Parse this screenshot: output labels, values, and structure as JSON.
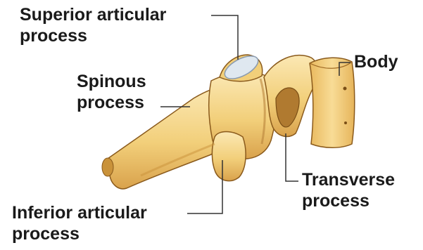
{
  "labels": {
    "superior_articular": {
      "line1": "Superior articular",
      "line2": "process"
    },
    "spinous": {
      "line1": "Spinous",
      "line2": "process"
    },
    "body": {
      "line1": "Body"
    },
    "transverse": {
      "line1": "Transverse",
      "line2": "process"
    },
    "inferior_articular": {
      "line1": "Inferior articular",
      "line2": "process"
    }
  },
  "colors": {
    "bone_fill": "#f2cf7a",
    "bone_light": "#fbe8b4",
    "bone_shadow": "#c9923a",
    "bone_outline": "#8a5a1c",
    "facet": "#dfe8f0",
    "leader_line": "#333333",
    "text": "#1a1a1a"
  }
}
